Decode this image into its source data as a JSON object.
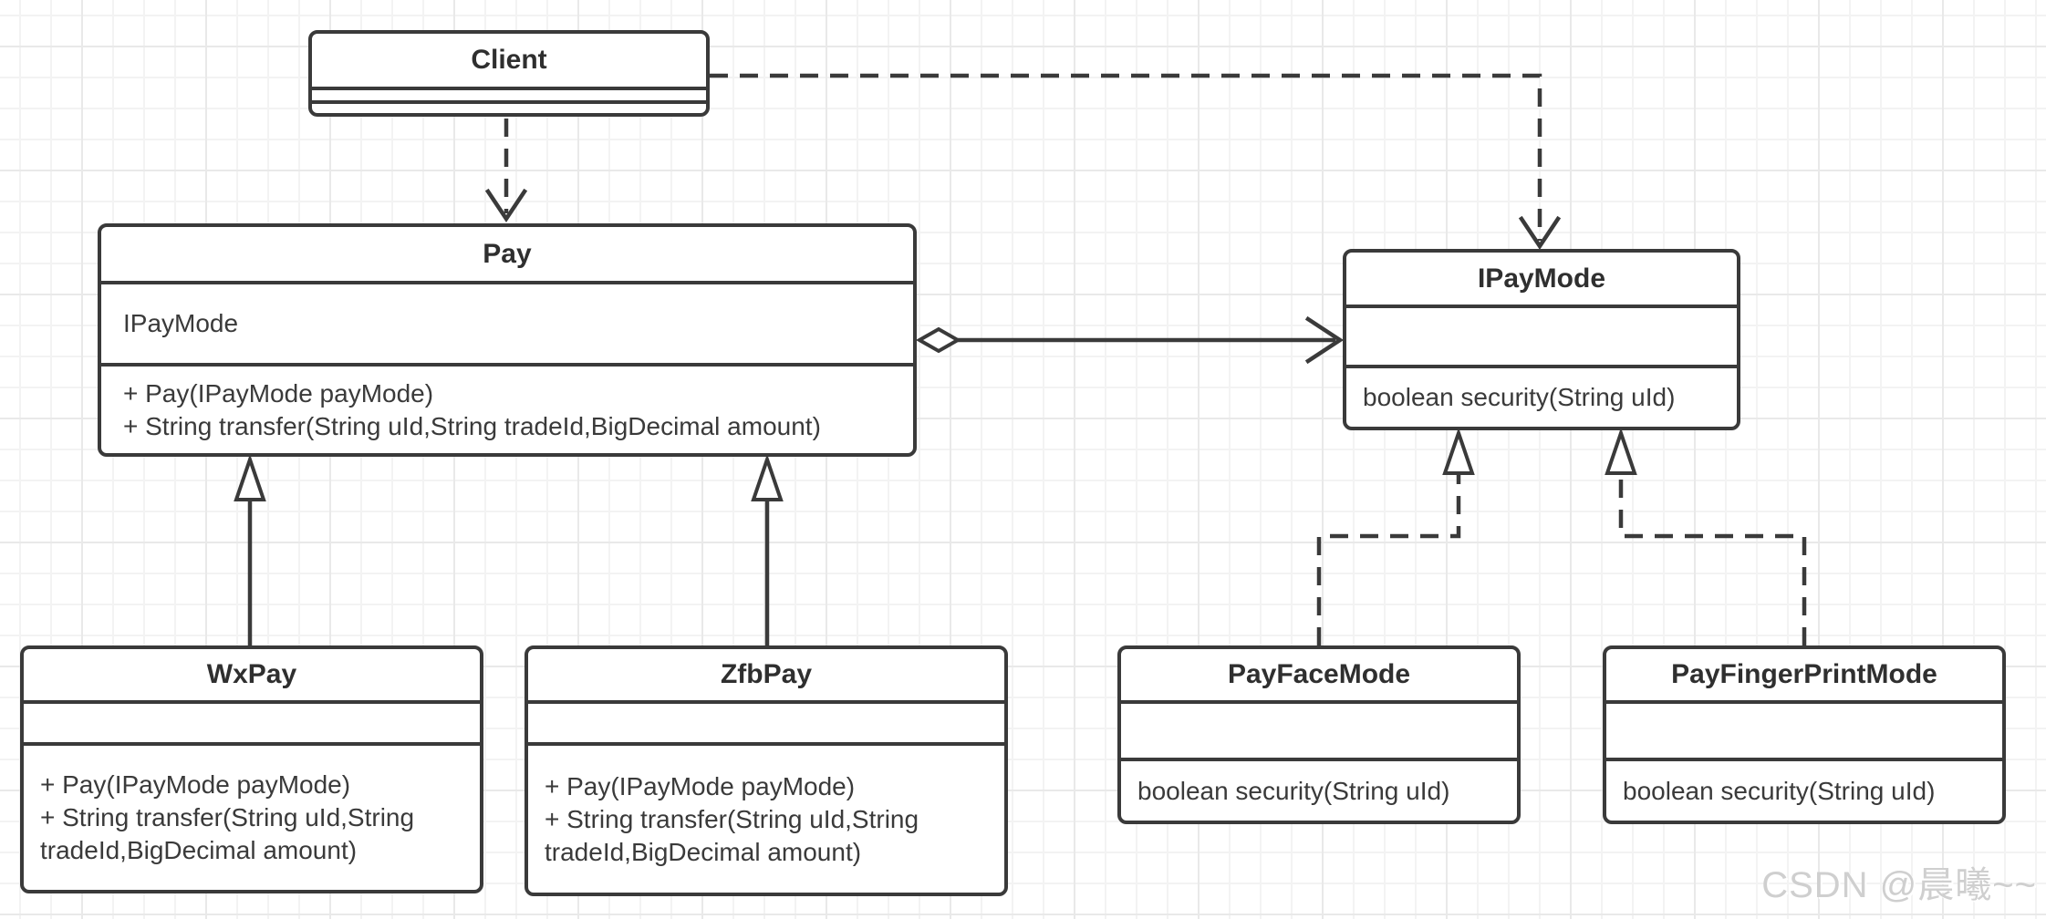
{
  "diagram": {
    "type": "uml-class-diagram",
    "watermark": "CSDN @晨曦~~",
    "classes": [
      {
        "name": "Client",
        "fields": [],
        "methods": []
      },
      {
        "name": "Pay",
        "fields": [
          "IPayMode"
        ],
        "methods": [
          "+ Pay(IPayMode payMode)",
          "+ String transfer(String uId,String tradeId,BigDecimal amount)"
        ]
      },
      {
        "name": "IPayMode",
        "fields": [],
        "methods": [
          "boolean security(String uId)"
        ]
      },
      {
        "name": "WxPay",
        "fields": [],
        "methods": [
          "+ Pay(IPayMode payMode)",
          "+ String transfer(String uId,String tradeId,BigDecimal amount)"
        ]
      },
      {
        "name": "ZfbPay",
        "fields": [],
        "methods": [
          "+ Pay(IPayMode payMode)",
          "+ String transfer(String uId,String tradeId,BigDecimal amount)"
        ]
      },
      {
        "name": "PayFaceMode",
        "fields": [],
        "methods": [
          "boolean security(String uId)"
        ]
      },
      {
        "name": "PayFingerPrintMode",
        "fields": [],
        "methods": [
          "boolean security(String uId)"
        ]
      }
    ],
    "relations": [
      {
        "from": "Client",
        "to": "Pay",
        "type": "dependency",
        "style": "dashed-open-arrow"
      },
      {
        "from": "Client",
        "to": "IPayMode",
        "type": "dependency",
        "style": "dashed-open-arrow"
      },
      {
        "from": "Pay",
        "to": "IPayMode",
        "type": "aggregation",
        "style": "solid-open-diamond-open-arrow"
      },
      {
        "from": "WxPay",
        "to": "Pay",
        "type": "generalization",
        "style": "solid-hollow-triangle"
      },
      {
        "from": "ZfbPay",
        "to": "Pay",
        "type": "generalization",
        "style": "solid-hollow-triangle"
      },
      {
        "from": "PayFaceMode",
        "to": "IPayMode",
        "type": "realization",
        "style": "dashed-hollow-triangle"
      },
      {
        "from": "PayFingerPrintMode",
        "to": "IPayMode",
        "type": "realization",
        "style": "dashed-hollow-triangle"
      }
    ],
    "colors": {
      "stroke": "#3a3a3a",
      "text": "#3a3a3a",
      "box_fill": "#ffffff",
      "background": "#ffffff",
      "grid_minor": "#f3f3f3",
      "grid_major": "#e9e9e9",
      "watermark": "#cfcfcf"
    }
  }
}
